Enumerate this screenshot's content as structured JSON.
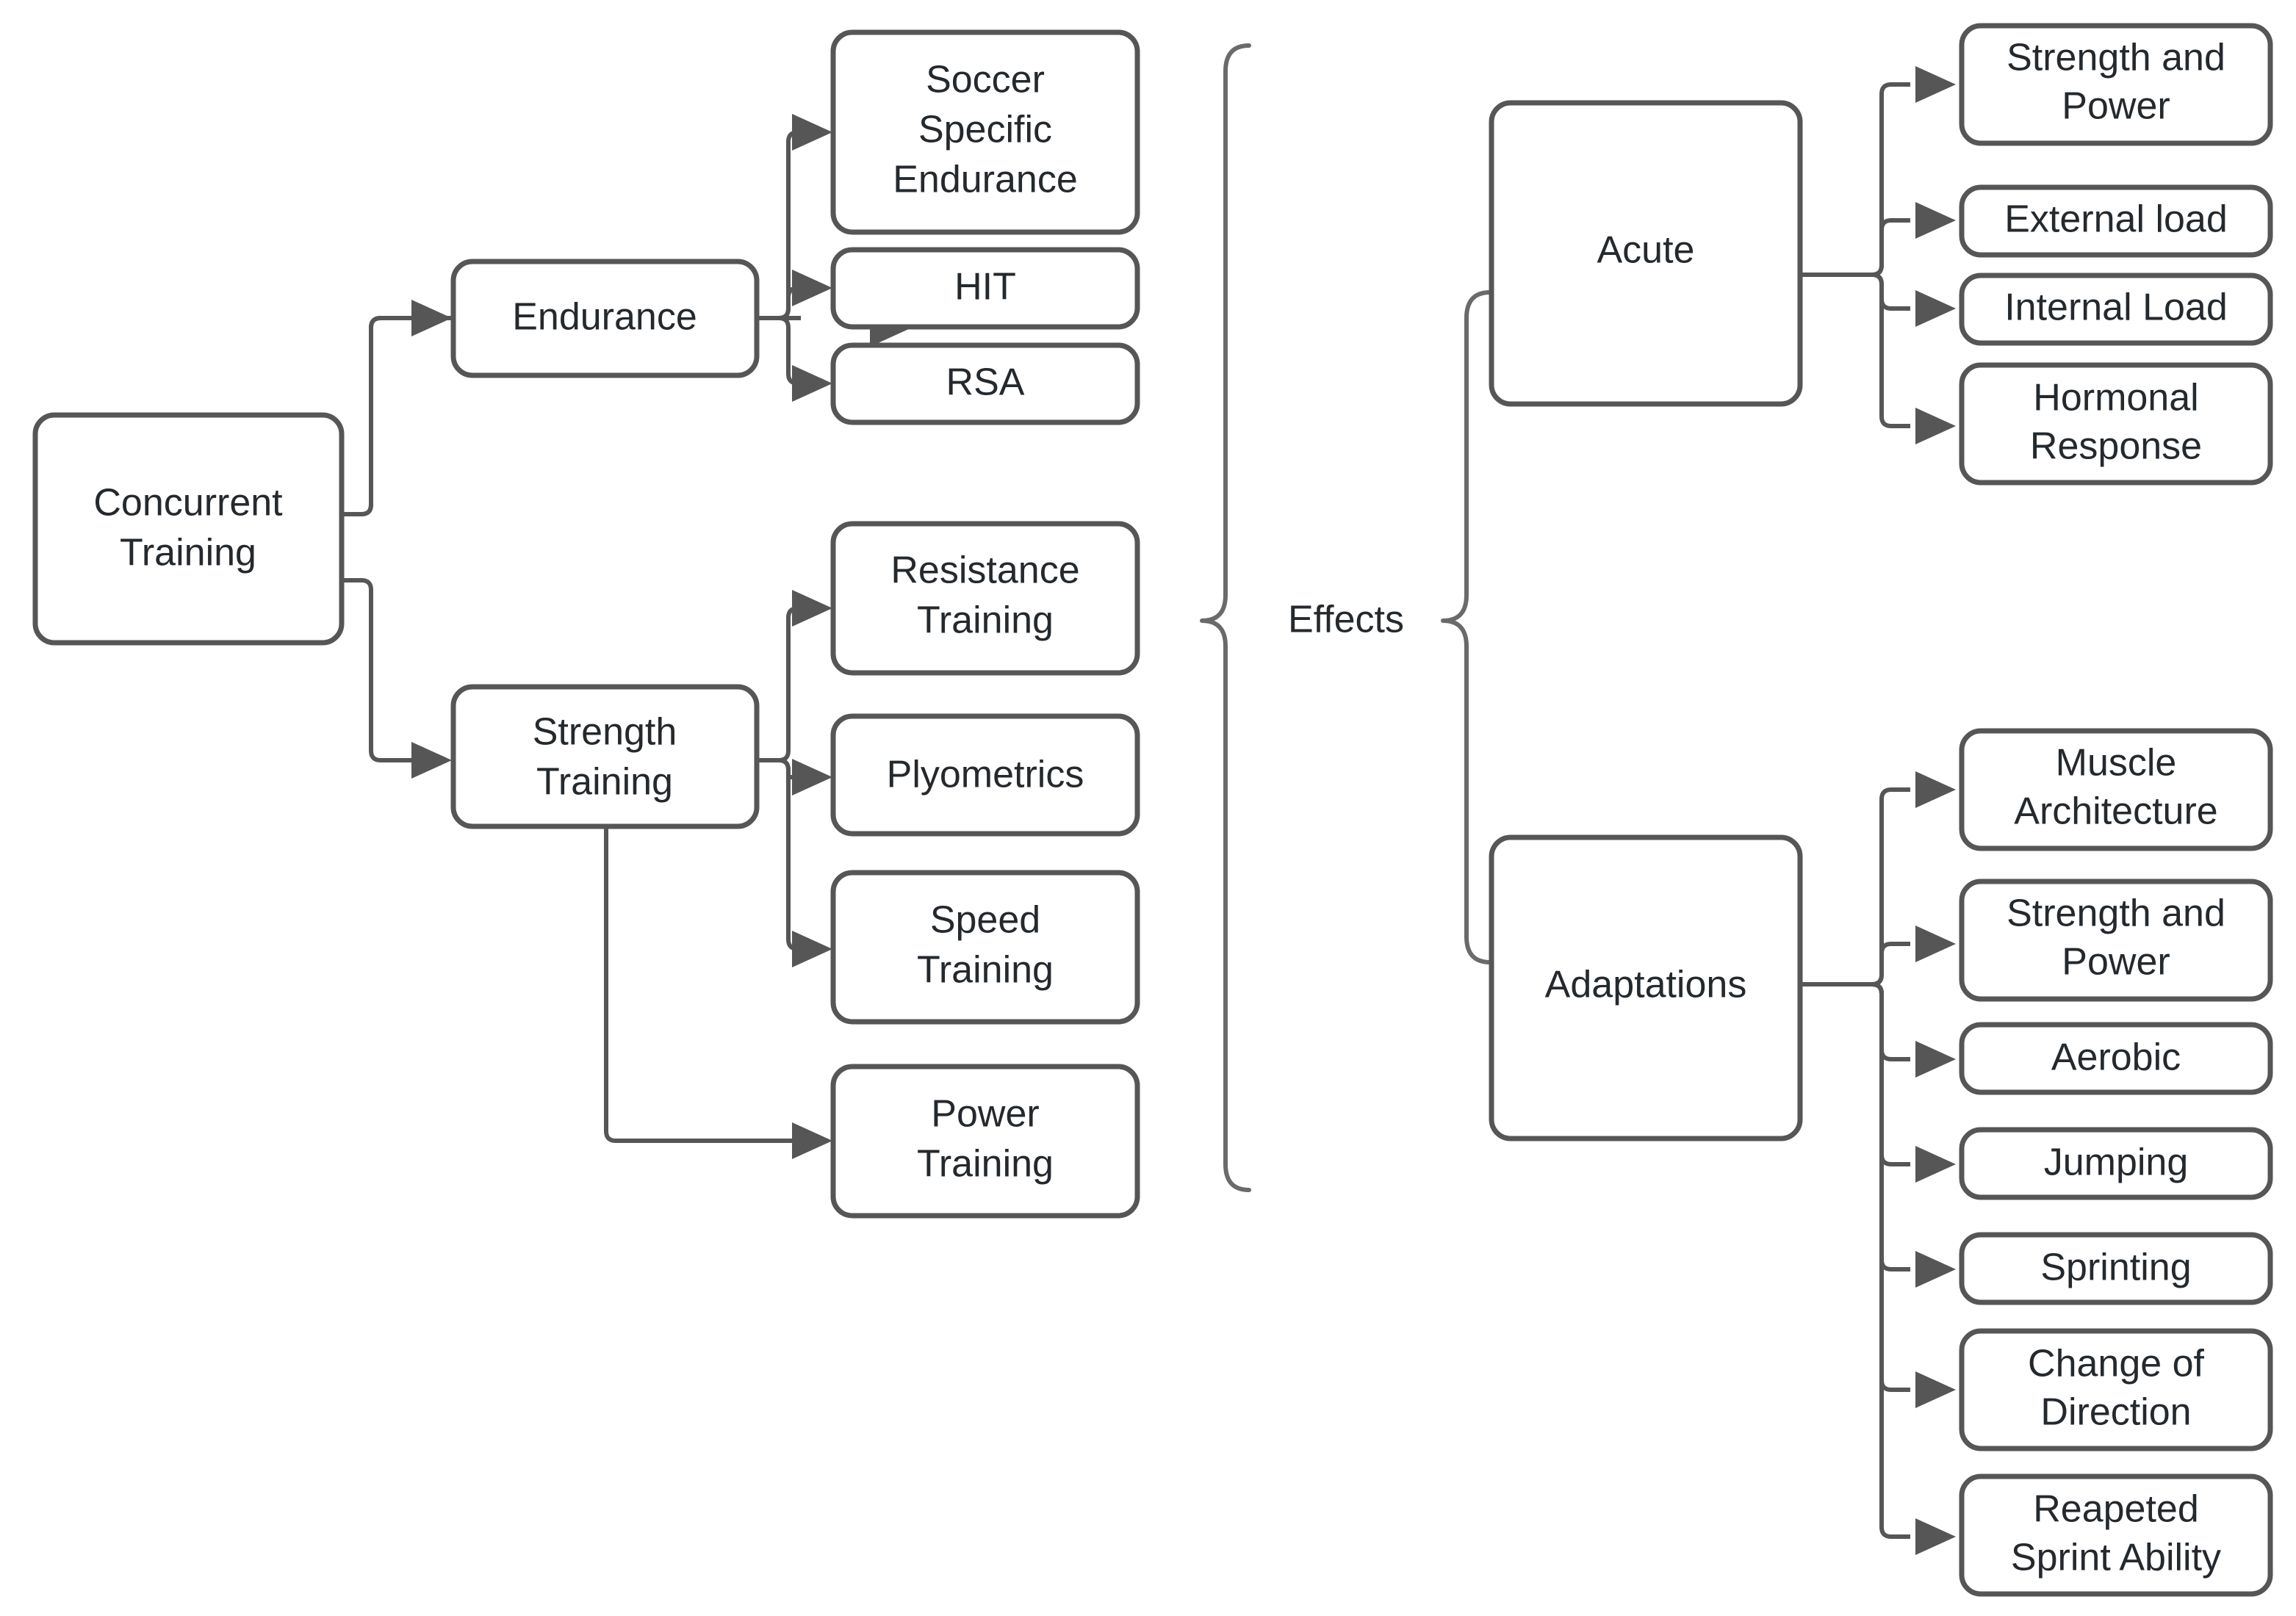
{
  "diagram": {
    "title": "Concurrent Training Effects Flowchart",
    "background_color": "#ffffff",
    "node_border_color": "#565656",
    "node_fill_color": "#ffffff",
    "text_color": "#24292e",
    "edge_color": "#565656"
  },
  "nodes": {
    "root": {
      "label_line1": "Concurrent",
      "label_line2": "Training"
    },
    "endurance": {
      "label": "Endurance"
    },
    "soccer_specific_endurance": {
      "line1": "Soccer",
      "line2": "Specific",
      "line3": "Endurance"
    },
    "hit": {
      "label": "HIT"
    },
    "rsa": {
      "label": "RSA"
    },
    "strength_training": {
      "line1": "Strength",
      "line2": "Training"
    },
    "resistance_training": {
      "line1": "Resistance",
      "line2": "Training"
    },
    "plyometrics": {
      "label": "Plyometrics"
    },
    "speed_training": {
      "line1": "Speed",
      "line2": "Training"
    },
    "power_training": {
      "line1": "Power",
      "line2": "Training"
    },
    "effects": {
      "label": "Effects"
    },
    "acute": {
      "label": "Acute"
    },
    "adaptations": {
      "label": "Adaptations"
    },
    "acute_strength_and_power": {
      "line1": "Strength and",
      "line2": "Power"
    },
    "external_load": {
      "label": "External load"
    },
    "internal_load": {
      "label": "Internal Load"
    },
    "hormonal_response": {
      "line1": "Hormonal",
      "line2": "Response"
    },
    "muscle_architecture": {
      "line1": "Muscle",
      "line2": "Architecture"
    },
    "adapt_strength_and_power": {
      "line1": "Strength and",
      "line2": "Power"
    },
    "aerobic": {
      "label": "Aerobic"
    },
    "jumping": {
      "label": "Jumping"
    },
    "sprinting": {
      "label": "Sprinting"
    },
    "change_of_direction": {
      "line1": "Change of",
      "line2": "Direction"
    },
    "repeated_sprint_ability": {
      "line1": "Reapeted",
      "line2": "Sprint Ability"
    }
  },
  "structure": {
    "root_children": [
      "Endurance",
      "Strength Training"
    ],
    "endurance_children": [
      "Soccer Specific Endurance",
      "HIT",
      "RSA"
    ],
    "strength_children": [
      "Resistance Training",
      "Plyometrics",
      "Speed Training",
      "Power Training"
    ],
    "effects_children": [
      "Acute",
      "Adaptations"
    ],
    "acute_children": [
      "Strength and Power",
      "External load",
      "Internal Load",
      "Hormonal Response"
    ],
    "adaptations_children": [
      "Muscle Architecture",
      "Strength and Power",
      "Aerobic",
      "Jumping",
      "Sprinting",
      "Change of Direction",
      "Reapeted Sprint Ability"
    ]
  }
}
